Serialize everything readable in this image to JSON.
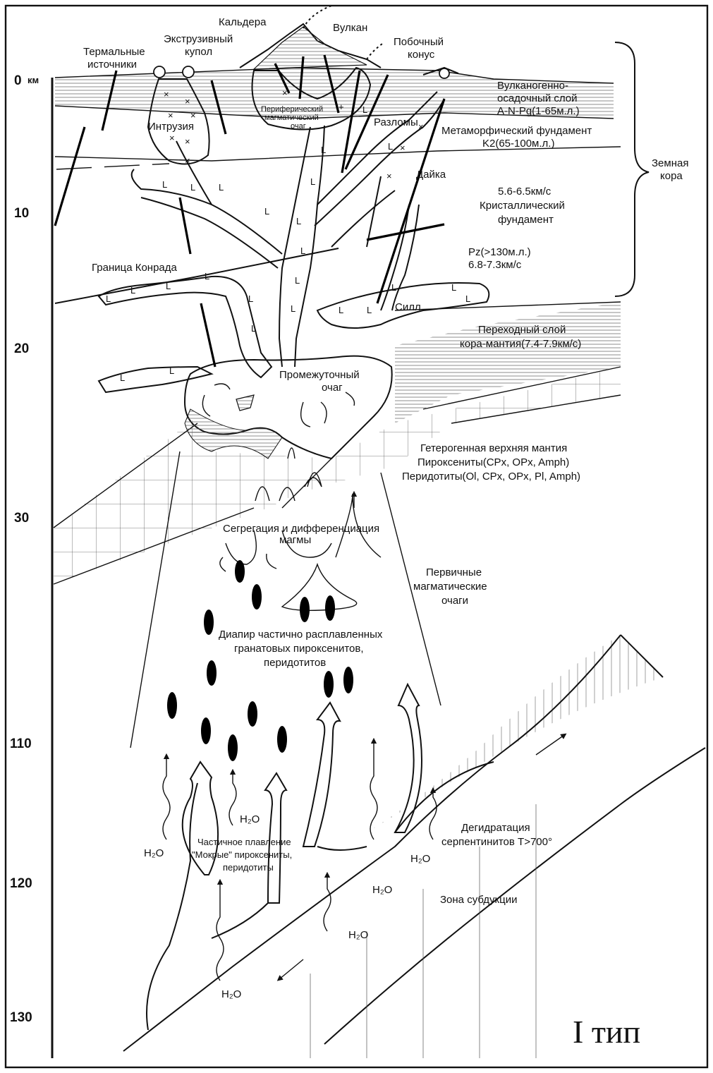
{
  "title": "I тип",
  "depth_scale": {
    "unit_label": "км",
    "ticks": [
      "0",
      "10",
      "20",
      "30",
      "110",
      "120",
      "130"
    ]
  },
  "labels": {
    "caldera": "Кальдера",
    "volcano": "Вулкан",
    "thermal_1": "Термальные",
    "thermal_2": "источники",
    "extrusive_1": "Экструзивный",
    "extrusive_2": "купол",
    "side_cone_1": "Побочный",
    "side_cone_2": "конус",
    "intrusion": "Интрузия",
    "peripheral_1": "Периферический",
    "peripheral_2": "магматический",
    "peripheral_3": "очаг",
    "faults": "Разломы",
    "dyke": "Дайка",
    "volc_layer_1": "Вулканогенно-",
    "volc_layer_2": "осадочный слой",
    "volc_layer_3": "A-N-Pg(1-65м.л.)",
    "meta_1": "Метаморфический фундамент",
    "meta_2": "K2(65-100м.л.)",
    "earth_crust_1": "Земная",
    "earth_crust_2": "кора",
    "cryst_1": "5.6-6.5км/с",
    "cryst_2": "Кристаллический",
    "cryst_3": "фундамент",
    "pz_1": "Pz(>130м.л.)",
    "pz_2": "6.8-7.3км/с",
    "conrad": "Граница Конрада",
    "sill": "Силл",
    "transition_1": "Переходный слой",
    "transition_2": "кора-мантия(7.4-7.9км/с)",
    "intermediate_1": "Промежуточный",
    "intermediate_2": "очаг",
    "mantle_1": "Гетерогенная верхняя мантия",
    "mantle_2": "Пироксениты(CPx, OPx, Amph)",
    "mantle_3": "Перидотиты(Ol, CPx, OPx, Pl, Amph)",
    "segregation_1": "Сегрегация и дифференциация",
    "segregation_2": "магмы",
    "primary_1": "Первичные",
    "primary_2": "магматические",
    "primary_3": "очаги",
    "diapir_1": "Диапир частично расплавленных",
    "diapir_2": "гранатовых пироксенитов,",
    "diapir_3": "перидотитов",
    "partial_1": "Частичное плавление",
    "partial_2": "\"Мокрые\" пироксениты,",
    "partial_3": "перидотиты",
    "dehydration_1": "Дегидратация",
    "dehydration_2": "серпентинитов T>700°",
    "subduction": "Зона субдукции",
    "h2o": "H₂O"
  }
}
